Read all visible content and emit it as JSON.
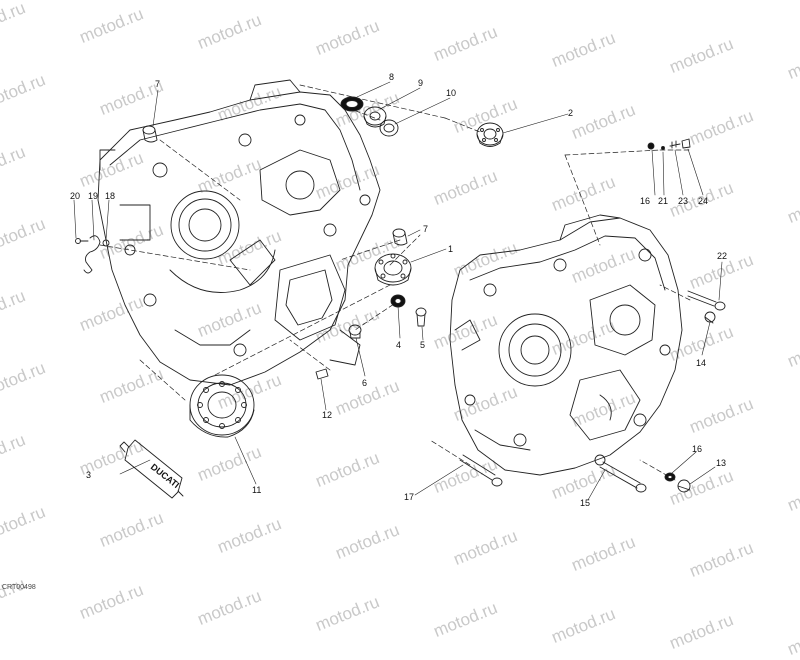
{
  "watermark": "motod.ru",
  "figure_code": "CRT00498",
  "tube_brand": "DUCATI",
  "part_labels": {
    "p1": "1",
    "p2": "2",
    "p3": "3",
    "p4": "4",
    "p5": "5",
    "p6": "6",
    "p7a": "7",
    "p7b": "7",
    "p8": "8",
    "p9": "9",
    "p10": "10",
    "p11": "11",
    "p12": "12",
    "p13": "13",
    "p14": "14",
    "p15": "15",
    "p16a": "16",
    "p16b": "16",
    "p17": "17",
    "p18": "18",
    "p19": "19",
    "p20": "20",
    "p21": "21",
    "p22": "22",
    "p23": "23",
    "p24": "24"
  }
}
